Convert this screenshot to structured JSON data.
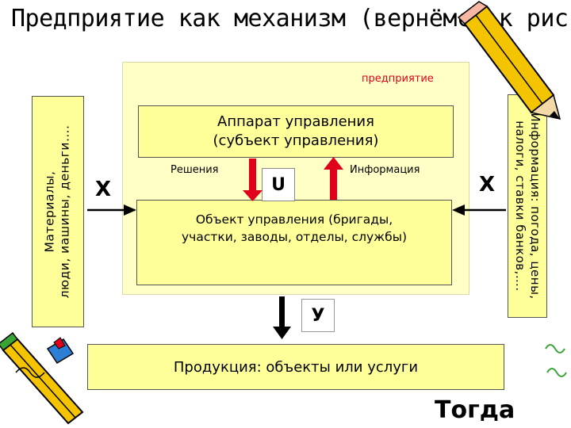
{
  "title": "Предприятие как механизм (вернёмся к рис.)",
  "enterprise_label": "предприятие",
  "left_input": {
    "line1": "Материалы,",
    "line2": "люди, иашины, деньги…."
  },
  "right_input": {
    "line1": "Информация: погода, цены,",
    "line2": "налоги, ставки банков,…."
  },
  "control_apparatus": {
    "line1": "Аппарат управления",
    "line2": "(субъект управления)"
  },
  "decisions_label": "Решения",
  "information_label": "Информация",
  "u_label": "U",
  "x_left_label": "X",
  "x_right_label": "X",
  "controlled_object": {
    "line1": "Объект управления (бригады,",
    "line2": "участки, заводы, отделы, службы)"
  },
  "y_label": "У",
  "products": "Продукция: объекты или услуги",
  "footer": "Тогда",
  "colors": {
    "box_fill": "#ffff99",
    "enterprise_fill": "#ffffc6",
    "arrow_red": "#e0001b",
    "enterprise_label": "#e0001b"
  },
  "icons": [
    "pencil-icon",
    "pencil-icon"
  ]
}
